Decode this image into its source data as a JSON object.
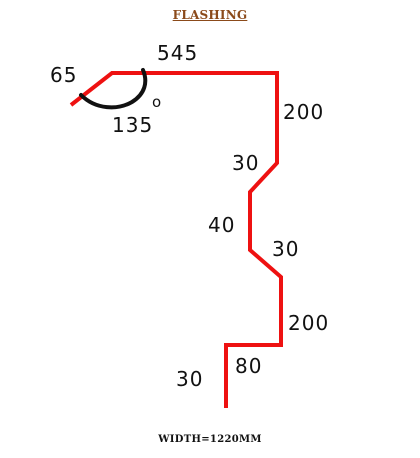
{
  "title": "FLASHING",
  "colors": {
    "profile": "#ee1111",
    "angle_arc": "#111111",
    "title": "#8b4a1a",
    "text": "#111111"
  },
  "dimensions": {
    "hem": "65",
    "top": "545",
    "upper_drop": "200",
    "upper_kick": "30",
    "step": "40",
    "lower_kick": "30",
    "lower_drop": "200",
    "foot": "80",
    "tail": "30"
  },
  "angle": {
    "value": "135",
    "unit_mark": "o"
  },
  "width_note": "WIDTH=1220MM"
}
